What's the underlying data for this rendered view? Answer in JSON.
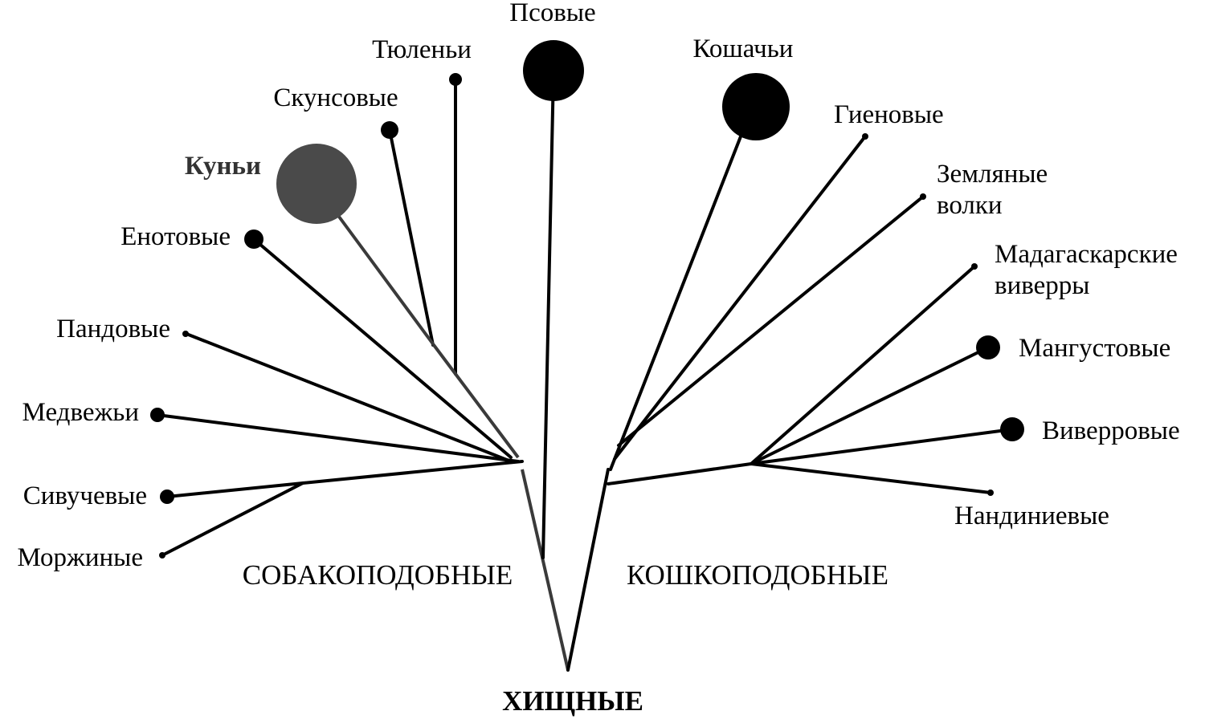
{
  "root_label": "ХИЩНЫЕ",
  "groups": {
    "left": "СОБАКОПОДОБНЫЕ",
    "right": "КОШКОПОДОБНЫЕ"
  },
  "families": {
    "psovye": "Псовые",
    "tyuleni": "Тюленьи",
    "skunsovye": "Скунсовые",
    "kuni": "Куньи",
    "enotovye": "Енотовые",
    "pandovye": "Пандовые",
    "medvezhi": "Медвежьи",
    "sivuchevye": "Сивучевые",
    "morzhinye": "Моржиные",
    "koshachi": "Кошачьи",
    "gienovye": "Гиеновые",
    "zemlyanye_1": "Земляные",
    "zemlyanye_2": "волки",
    "madagaskarskie_1": "Мадагаскарские",
    "madagaskarskie_2": "виверры",
    "mangustovye": "Мангустовые",
    "viverrovye": "Виверровые",
    "nandinievye": "Нандиниевые"
  },
  "colors": {
    "line": "#000000",
    "kuni_node": "#4a4a4a",
    "kuni_label": "#333333"
  }
}
